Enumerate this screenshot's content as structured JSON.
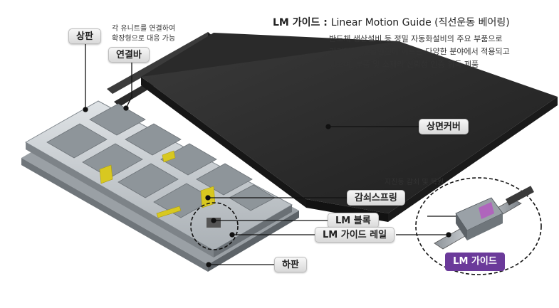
{
  "heading": {
    "term": "LM 가이드",
    "colon": ":",
    "full": "Linear Motion Guide (직선운동 베어링)"
  },
  "description": [
    "반도체 생산설비 등 정밀 자동화설비의 주요 부품으로",
    "기기면진, 건물면진에 이르는 다양한 분야에서 적용되고",
    "있으며, 부품 및 소재의 신뢰성 인증 취득 제품"
  ],
  "labels": {
    "top_plate": "상판",
    "connect_note_1": "각 유니트를 연결하여",
    "connect_note_2": "확장형으로 대응 가능",
    "connect_bar": "연결바",
    "top_cover": "상면커버",
    "damper_note": "지진동 감쇠 및 복원",
    "damper_spring": "감쇠스프링",
    "lm_block": "LM 블록",
    "lm_rail": "LM 가이드 레일",
    "bottom_plate": "하판",
    "lm_guide_badge": "LM 가이드"
  },
  "colors": {
    "badge": "#6b3a9a",
    "cover": "#2e2e2e",
    "frame": "#c7ccd0",
    "spring": "#d8c820"
  }
}
